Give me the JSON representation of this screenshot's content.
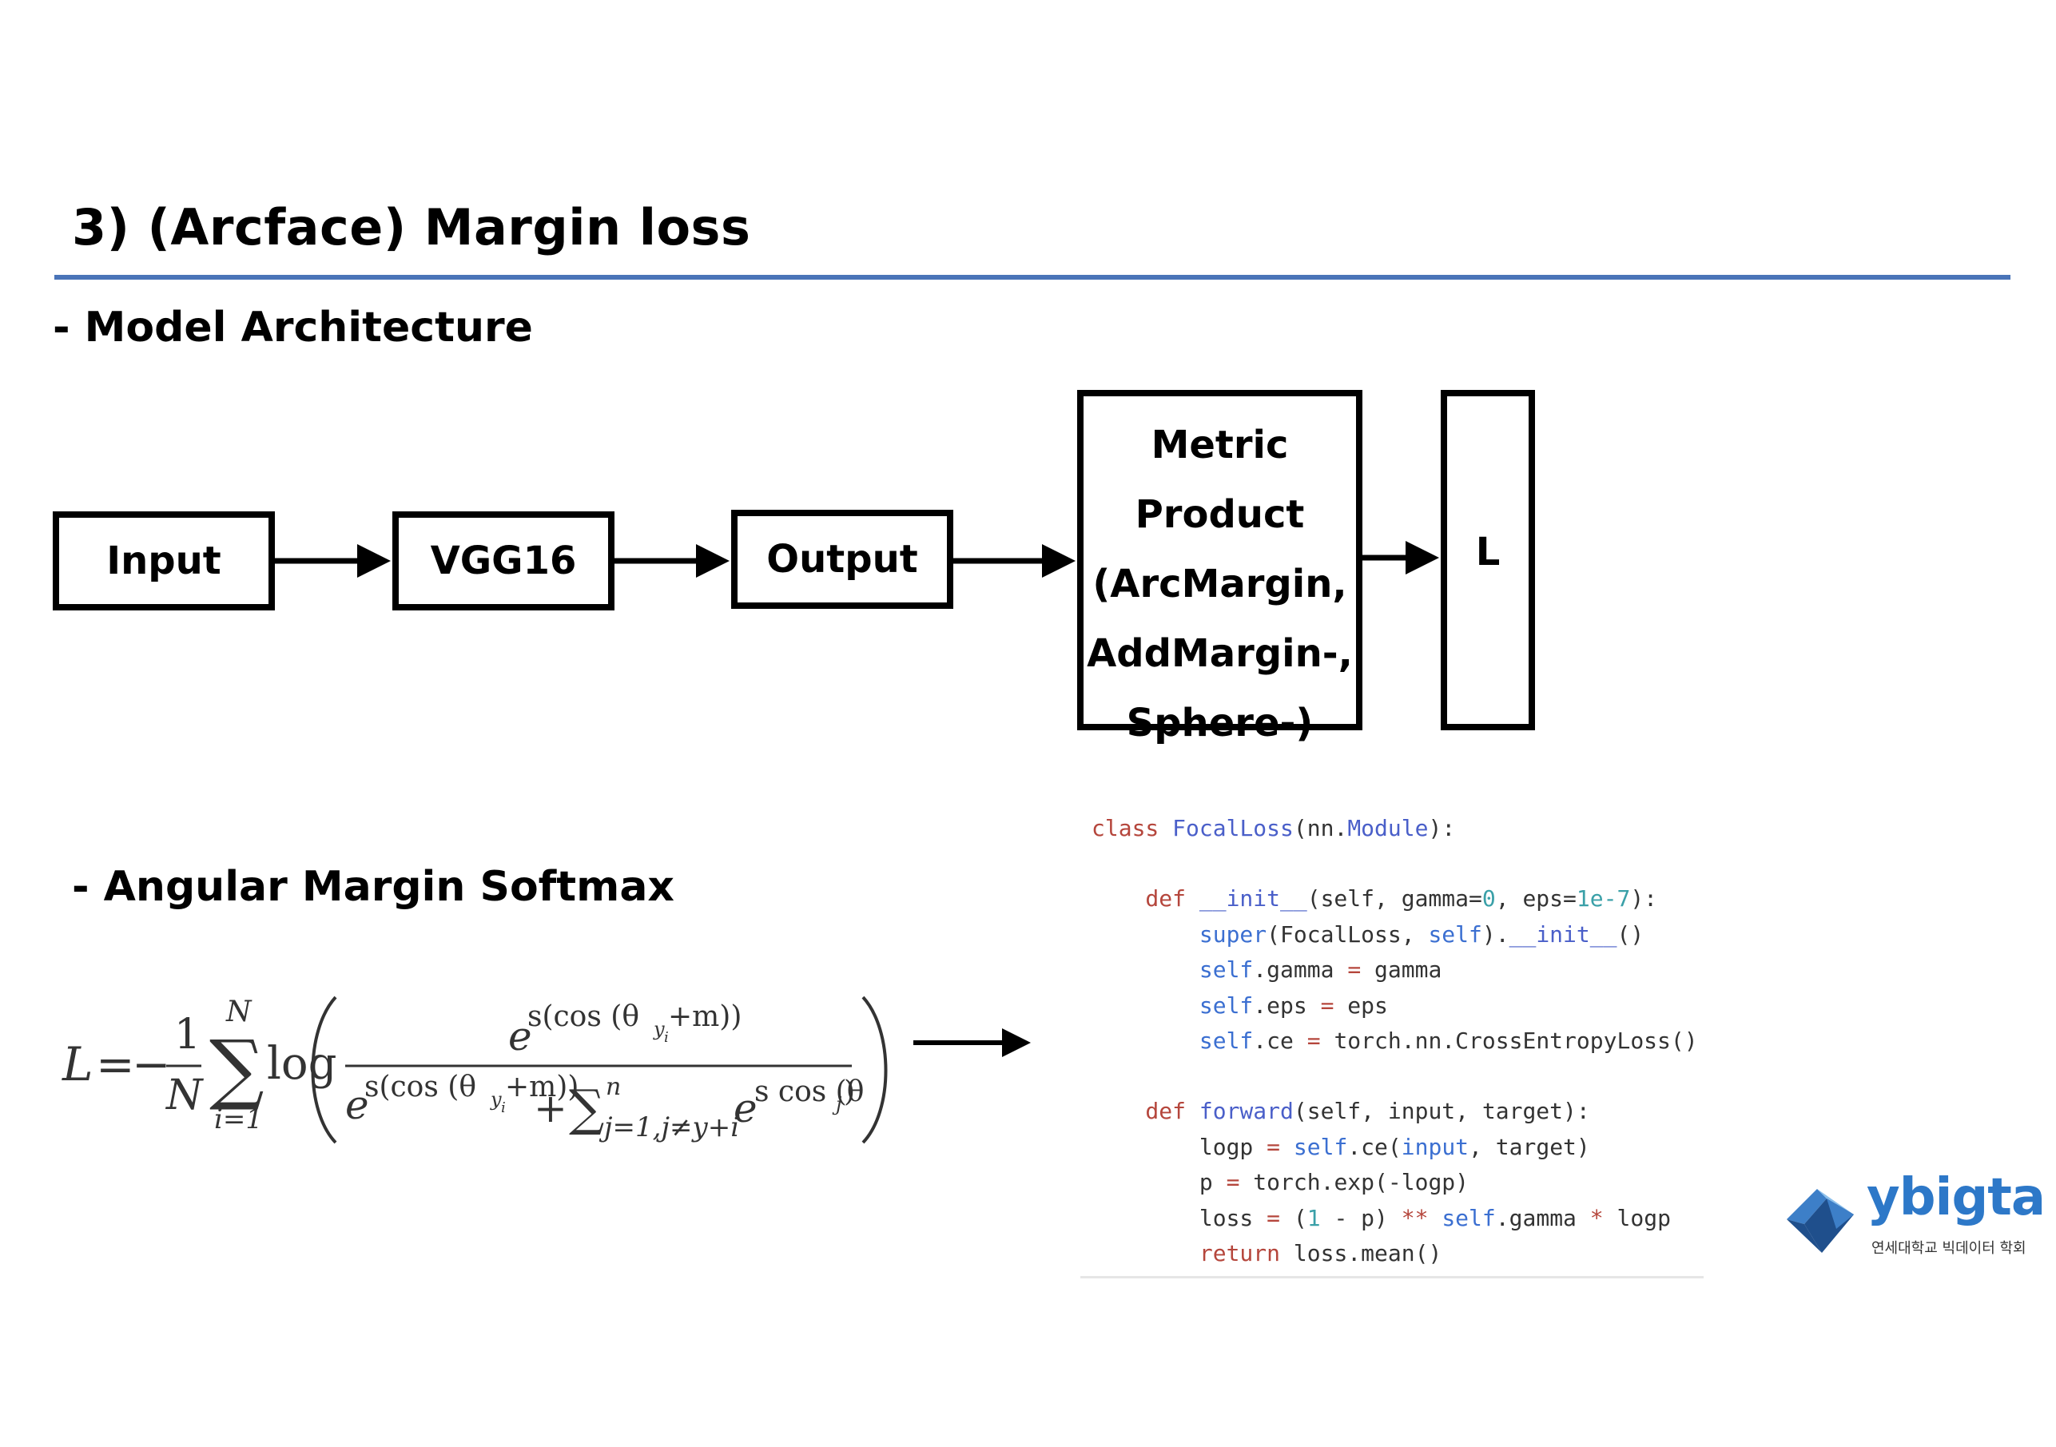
{
  "title": "3) (Arcface) Margin loss",
  "sections": {
    "model_architecture": "- Model Architecture",
    "angular_margin_softmax": "- Angular Margin Softmax"
  },
  "diagram": {
    "nodes": {
      "input": "Input",
      "vgg16": "VGG16",
      "output": "Output",
      "metric": [
        "Metric",
        "Product",
        "(ArcMargin,",
        "AddMargin-,",
        "Sphere-)"
      ],
      "loss": "L"
    }
  },
  "formula": {
    "lhs": "L",
    "eq": "=",
    "minus": "−",
    "frac_num": "1",
    "frac_den": "N",
    "sum_top": "N",
    "sum_sym": "∑",
    "sum_bottom": "i=1",
    "log": "log",
    "numerator_e": "e",
    "numerator_exp": "s(cos (θ",
    "numerator_sub": "y",
    "numerator_subsub": "i",
    "numerator_tail": " +m))",
    "den_e": "e",
    "den_exp": "s(cos (θ",
    "den_sub": "y",
    "den_subsub": "i",
    "den_tail": " +m))",
    "plus": "+",
    "den_sum": "∑",
    "den_sum_sub": "j=1,j≠y+i",
    "den_sum_sup": "n",
    "den_e2": "e",
    "den_exp2": "s cos (θ",
    "den_sub2": "j",
    "den_tail2": ")"
  },
  "code": {
    "lines": [
      [
        {
          "t": "class ",
          "c": "kw"
        },
        {
          "t": "FocalLoss",
          "c": "nm"
        },
        {
          "t": "(nn.",
          "c": ""
        },
        {
          "t": "Module",
          "c": "nm"
        },
        {
          "t": "):",
          "c": ""
        }
      ],
      [],
      [
        {
          "t": "    def ",
          "c": "kw"
        },
        {
          "t": "__init__",
          "c": "nm"
        },
        {
          "t": "(self, gamma=",
          "c": ""
        },
        {
          "t": "0",
          "c": "num"
        },
        {
          "t": ", eps=",
          "c": ""
        },
        {
          "t": "1e-7",
          "c": "num"
        },
        {
          "t": "):",
          "c": ""
        }
      ],
      [
        {
          "t": "        ",
          "c": ""
        },
        {
          "t": "super",
          "c": "sf"
        },
        {
          "t": "(FocalLoss, ",
          "c": ""
        },
        {
          "t": "self",
          "c": "sf"
        },
        {
          "t": ").",
          "c": ""
        },
        {
          "t": "__init__",
          "c": "nm"
        },
        {
          "t": "()",
          "c": ""
        }
      ],
      [
        {
          "t": "        ",
          "c": ""
        },
        {
          "t": "self",
          "c": "sf"
        },
        {
          "t": ".gamma ",
          "c": ""
        },
        {
          "t": "=",
          "c": "kw"
        },
        {
          "t": " gamma",
          "c": ""
        }
      ],
      [
        {
          "t": "        ",
          "c": ""
        },
        {
          "t": "self",
          "c": "sf"
        },
        {
          "t": ".eps ",
          "c": ""
        },
        {
          "t": "=",
          "c": "kw"
        },
        {
          "t": " eps",
          "c": ""
        }
      ],
      [
        {
          "t": "        ",
          "c": ""
        },
        {
          "t": "self",
          "c": "sf"
        },
        {
          "t": ".ce ",
          "c": ""
        },
        {
          "t": "=",
          "c": "kw"
        },
        {
          "t": " torch.nn.CrossEntropyLoss()",
          "c": ""
        }
      ],
      [],
      [
        {
          "t": "    def ",
          "c": "kw"
        },
        {
          "t": "forward",
          "c": "nm"
        },
        {
          "t": "(self, input, target):",
          "c": ""
        }
      ],
      [
        {
          "t": "        logp ",
          "c": ""
        },
        {
          "t": "=",
          "c": "kw"
        },
        {
          "t": " ",
          "c": ""
        },
        {
          "t": "self",
          "c": "sf"
        },
        {
          "t": ".ce(",
          "c": ""
        },
        {
          "t": "input",
          "c": "sf"
        },
        {
          "t": ", target)",
          "c": ""
        }
      ],
      [
        {
          "t": "        p ",
          "c": ""
        },
        {
          "t": "=",
          "c": "kw"
        },
        {
          "t": " torch.exp(-logp)",
          "c": ""
        }
      ],
      [
        {
          "t": "        loss ",
          "c": ""
        },
        {
          "t": "=",
          "c": "kw"
        },
        {
          "t": " (",
          "c": ""
        },
        {
          "t": "1",
          "c": "num"
        },
        {
          "t": " - p) ",
          "c": ""
        },
        {
          "t": "**",
          "c": "kw"
        },
        {
          "t": " ",
          "c": ""
        },
        {
          "t": "self",
          "c": "sf"
        },
        {
          "t": ".gamma ",
          "c": ""
        },
        {
          "t": "*",
          "c": "kw"
        },
        {
          "t": " logp",
          "c": ""
        }
      ],
      [
        {
          "t": "        ",
          "c": ""
        },
        {
          "t": "return",
          "c": "kw"
        },
        {
          "t": " loss.mean()",
          "c": ""
        }
      ]
    ]
  },
  "logo": {
    "word": "ybigta",
    "subtitle": "연세대학교 빅데이터 학회",
    "colors": {
      "word": "#2d78c8",
      "dark": "#1f4f8c",
      "mid": "#3d7fc8",
      "light": "#8cc0ec"
    }
  },
  "colors": {
    "title_rule": "#4a74b8"
  }
}
